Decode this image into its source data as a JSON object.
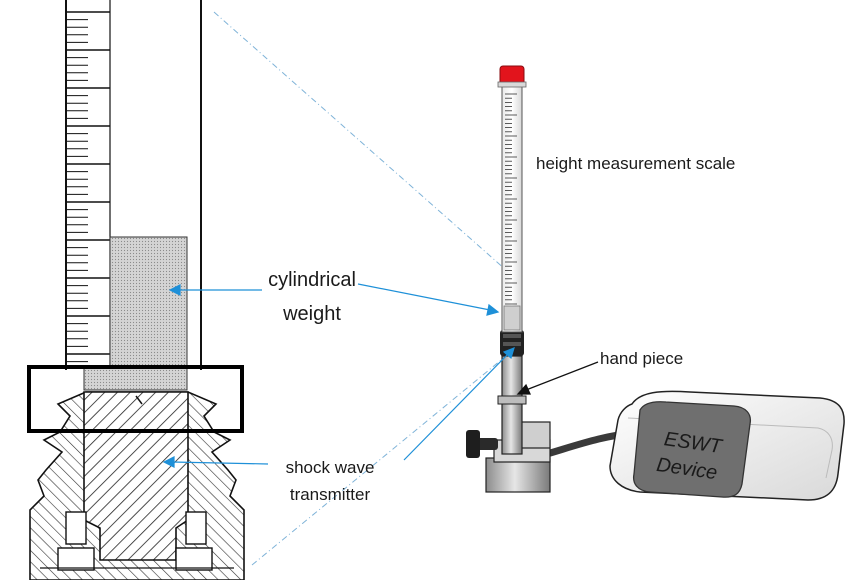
{
  "labels": {
    "cylindrical_weight_line1": "cylindrical",
    "cylindrical_weight_line2": "weight",
    "height_scale": "height measurement scale",
    "hand_piece": "hand piece",
    "shock_wave_line1": "shock wave",
    "shock_wave_line2": "transmitter"
  },
  "device": {
    "line1": "ESWT",
    "line2": "Device"
  },
  "colors": {
    "leader": "#1e90d8",
    "outline": "#111111",
    "weight_fill": "#cfcfcf",
    "cap": "#e2141c",
    "device_screen": "#6f6f6f",
    "device_body": "#f4f4f4"
  }
}
